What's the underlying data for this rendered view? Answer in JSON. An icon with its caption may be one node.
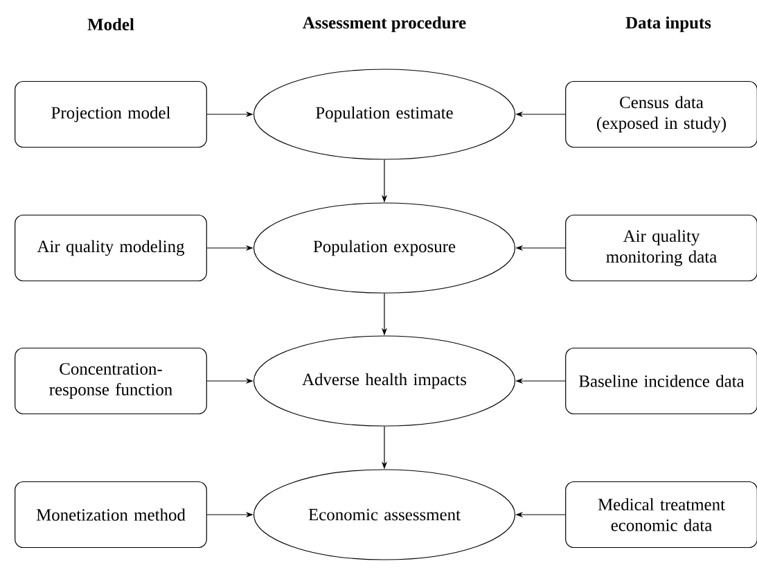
{
  "diagram": {
    "nodes": [
      {
        "text": [
          "Projection model"
        ]
      },
      {
        "text": [
          "Population estimate"
        ]
      },
      {
        "text": [
          "Census data (exposed in study)"
        ]
      },
      {
        "text": [
          "Air quality modeling"
        ]
      },
      {
        "text": [
          "Population exposure"
        ]
      },
      {
        "text": [
          "Air quality monitoring data"
        ]
      },
      {
        "text": [
          "Concentration-response function"
        ]
      },
      {
        "text": [
          "Adverse health impacts"
        ]
      },
      {
        "text": [
          "Baseline incidence data"
        ]
      },
      {
        "text": [
          "Monetization method"
        ]
      },
      {
        "text": [
          "Economic assessment"
        ]
      },
      {
        "text": [
          "Medical treatment economic data"
        ]
      }
    ],
    "edges": [
      {
        "from": 0,
        "to": 1,
        "arrow": "to"
      },
      {
        "from": 2,
        "to": 1,
        "arrow": "to"
      },
      {
        "from": 1,
        "to": 4,
        "arrow": "to"
      },
      {
        "from": 3,
        "to": 4,
        "arrow": "to"
      },
      {
        "from": 5,
        "to": 4,
        "arrow": "to"
      },
      {
        "from": 4,
        "to": 7,
        "arrow": "to"
      },
      {
        "from": 6,
        "to": 7,
        "arrow": "to"
      },
      {
        "from": 8,
        "to": 7,
        "arrow": "to"
      },
      {
        "from": 7,
        "to": 10,
        "arrow": "to"
      },
      {
        "from": 9,
        "to": 10,
        "arrow": "to"
      },
      {
        "from": 11,
        "to": 10,
        "arrow": "to"
      }
    ],
    "labels": [
      "Model",
      "Assessment procedure",
      "Data inputs"
    ]
  }
}
